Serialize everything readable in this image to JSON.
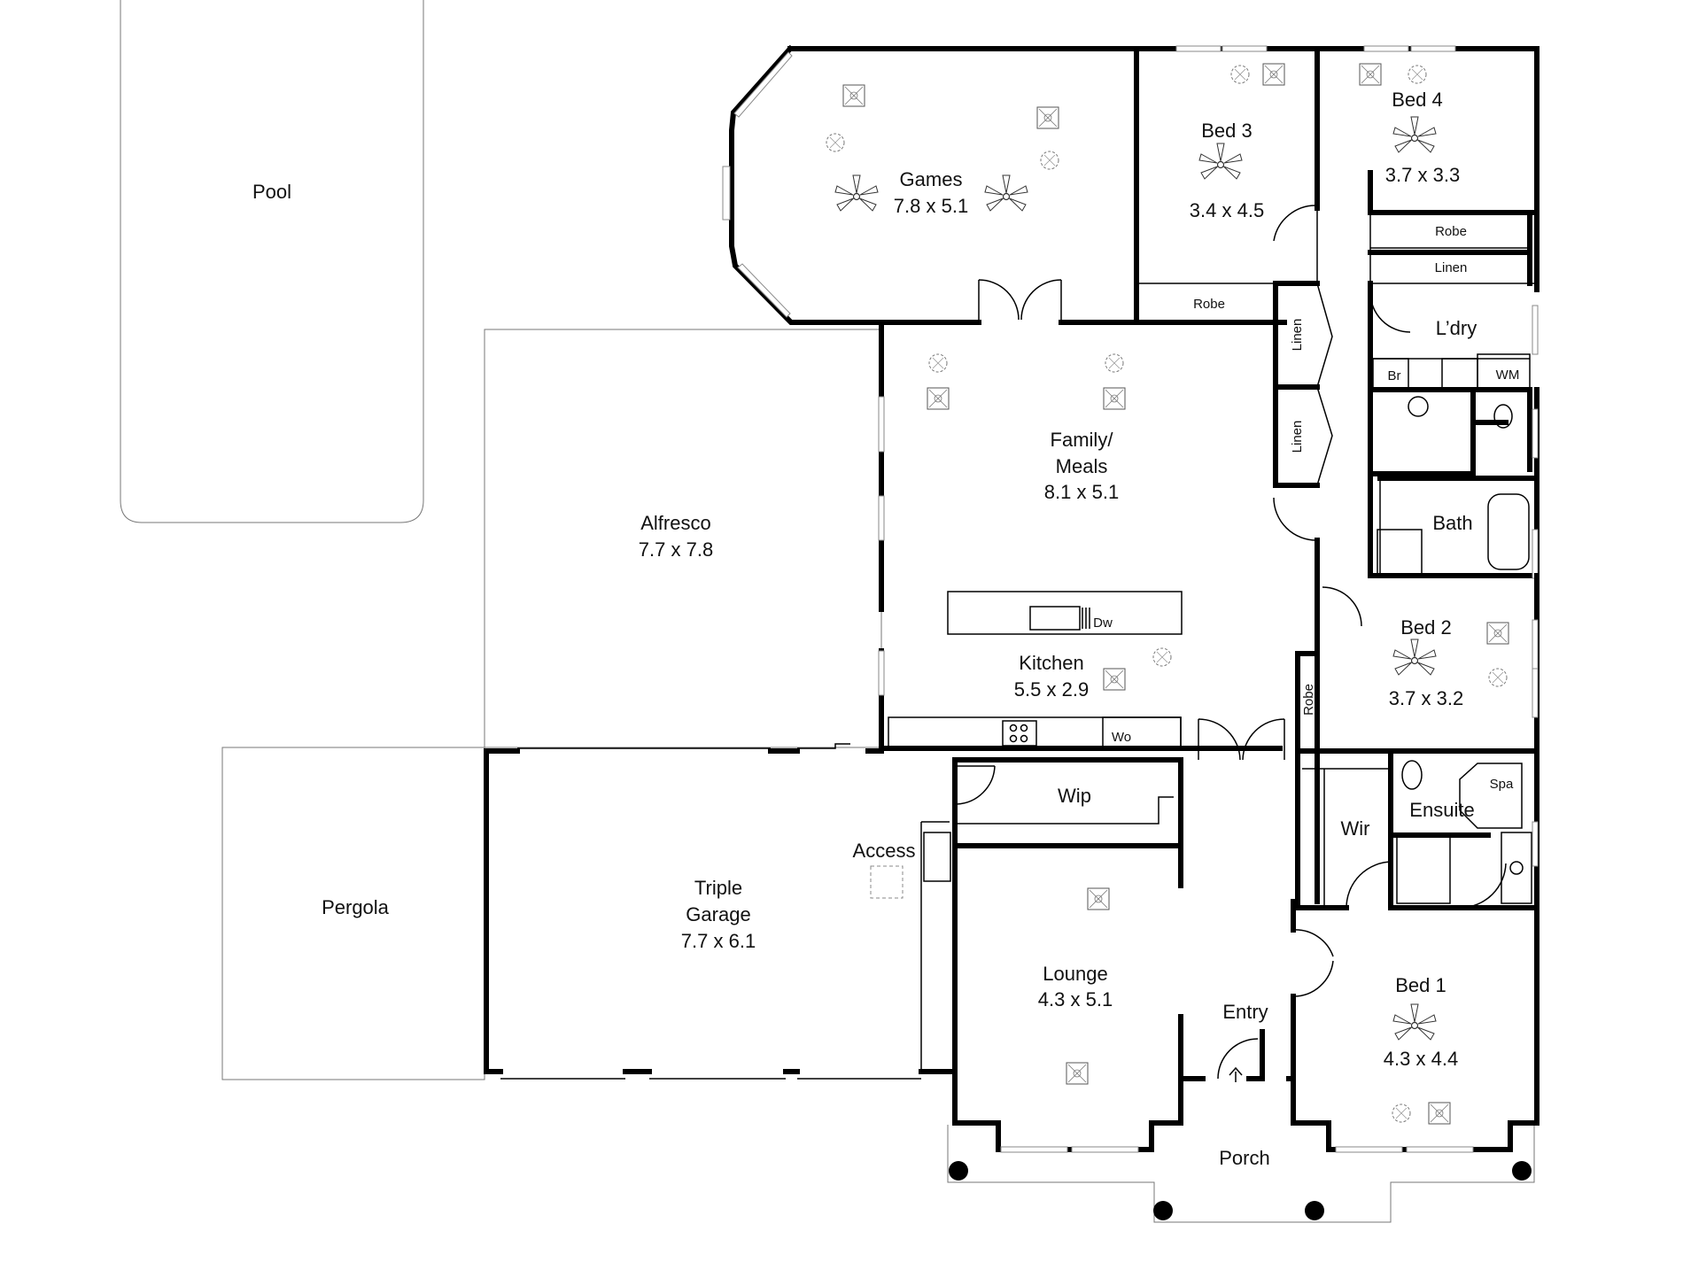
{
  "rooms": {
    "pool": {
      "name": "Pool"
    },
    "games": {
      "name": "Games",
      "size": "7.8 x 5.1"
    },
    "bed3": {
      "name": "Bed 3",
      "size": "3.4 x 4.5"
    },
    "bed4": {
      "name": "Bed 4",
      "size": "3.7 x 3.3"
    },
    "robe_bed4": {
      "name": "Robe"
    },
    "linen_top": {
      "name": "Linen"
    },
    "robe_bed3": {
      "name": "Robe"
    },
    "laundry": {
      "name": "L’dry"
    },
    "br": {
      "name": "Br"
    },
    "wm": {
      "name": "WM"
    },
    "linen_a": {
      "name": "Linen"
    },
    "linen_b": {
      "name": "Linen"
    },
    "family": {
      "name_line1": "Family/",
      "name_line2": "Meals",
      "size": "8.1 x 5.1"
    },
    "alfresco": {
      "name": "Alfresco",
      "size": "7.7 x 7.8"
    },
    "bath": {
      "name": "Bath"
    },
    "dw": {
      "name": "Dw"
    },
    "kitchen": {
      "name": "Kitchen",
      "size": "5.5 x 2.9"
    },
    "bed2": {
      "name": "Bed 2",
      "size": "3.7 x 3.2"
    },
    "robe_bed2": {
      "name": "Robe"
    },
    "wo": {
      "name": "Wo"
    },
    "wip": {
      "name": "Wip"
    },
    "spa": {
      "name": "Spa"
    },
    "ensuite": {
      "name": "Ensuite"
    },
    "wir": {
      "name": "Wir"
    },
    "access": {
      "name": "Access"
    },
    "garage": {
      "name_line1": "Triple",
      "name_line2": "Garage",
      "size": "7.7 x 6.1"
    },
    "pergola": {
      "name": "Pergola"
    },
    "lounge": {
      "name": "Lounge",
      "size": "4.3 x 5.1"
    },
    "entry": {
      "name": "Entry"
    },
    "bed1": {
      "name": "Bed 1",
      "size": "4.3 x 4.4"
    },
    "porch": {
      "name": "Porch"
    }
  },
  "symbols": {
    "ceiling_fan": "ceiling-fan-icon",
    "downlight": "downlight-icon",
    "light": "light-icon",
    "column": "column-icon",
    "entry_arrow": "entry-arrow-icon"
  }
}
